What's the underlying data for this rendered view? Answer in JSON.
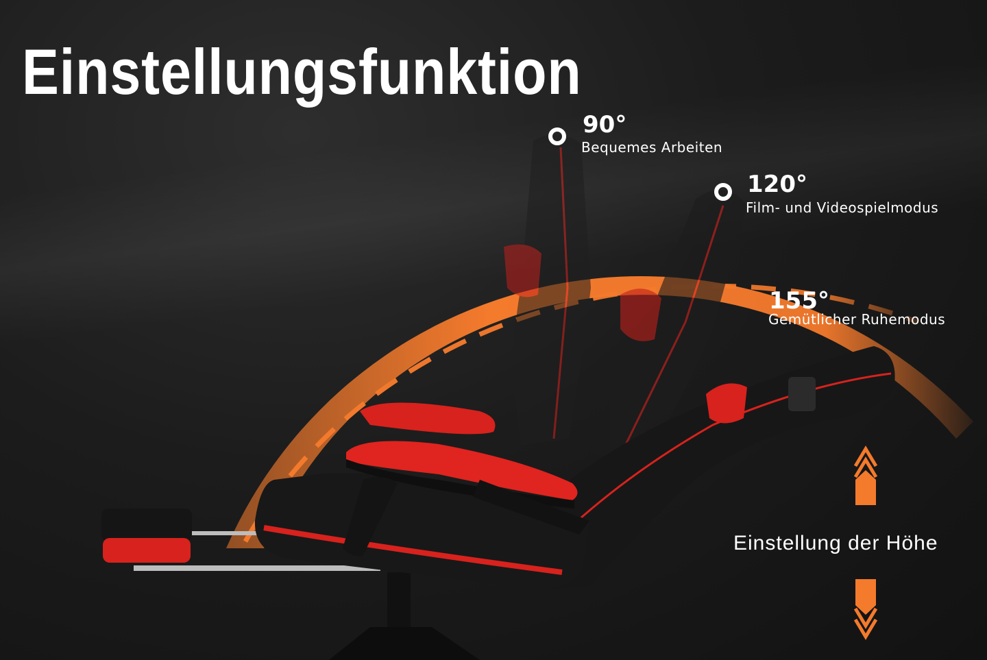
{
  "title": "Einstellungsfunktion",
  "angles": [
    {
      "degree": "90°",
      "label": "Bequemes Arbeiten"
    },
    {
      "degree": "120°",
      "label": "Film- und Videospielmodus"
    },
    {
      "degree": "155°",
      "label": "Gemütlicher Ruhemodus"
    }
  ],
  "height_adjustment": {
    "label": "Einstellung der Höhe",
    "up_icon": "chevron-up-icon",
    "down_icon": "chevron-down-icon"
  },
  "colors": {
    "accent_orange": "#f47a2c",
    "chair_red": "#d8221d",
    "chair_black": "#1a1a1a",
    "background": "#1c1c1c",
    "text": "#ffffff"
  }
}
